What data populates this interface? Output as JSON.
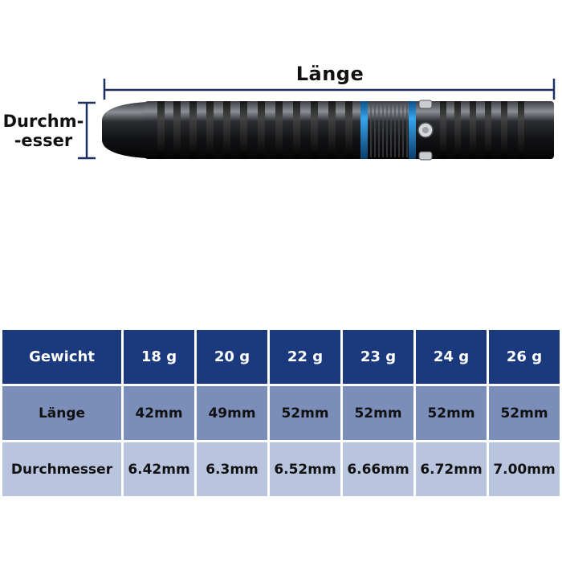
{
  "dimensions": {
    "length_label": "Länge",
    "diameter_label_line1": "Durchm-",
    "diameter_label_line2": "-esser"
  },
  "colors": {
    "dimension_line": "#1b2f63",
    "header_row": "#1b3a7d",
    "length_row": "#7a8eb9",
    "diameter_row": "#b9c5de",
    "accent_blue": "#1e88d4"
  },
  "table": {
    "rows": [
      {
        "label": "Gewicht",
        "values": [
          "18 g",
          "20 g",
          "22 g",
          "23 g",
          "24 g",
          "26 g"
        ]
      },
      {
        "label": "Länge",
        "values": [
          "42mm",
          "49mm",
          "52mm",
          "52mm",
          "52mm",
          "52mm"
        ]
      },
      {
        "label": "Durchmesser",
        "values": [
          "6.42mm",
          "6.3mm",
          "6.52mm",
          "6.66mm",
          "6.72mm",
          "7.00mm"
        ]
      }
    ]
  }
}
